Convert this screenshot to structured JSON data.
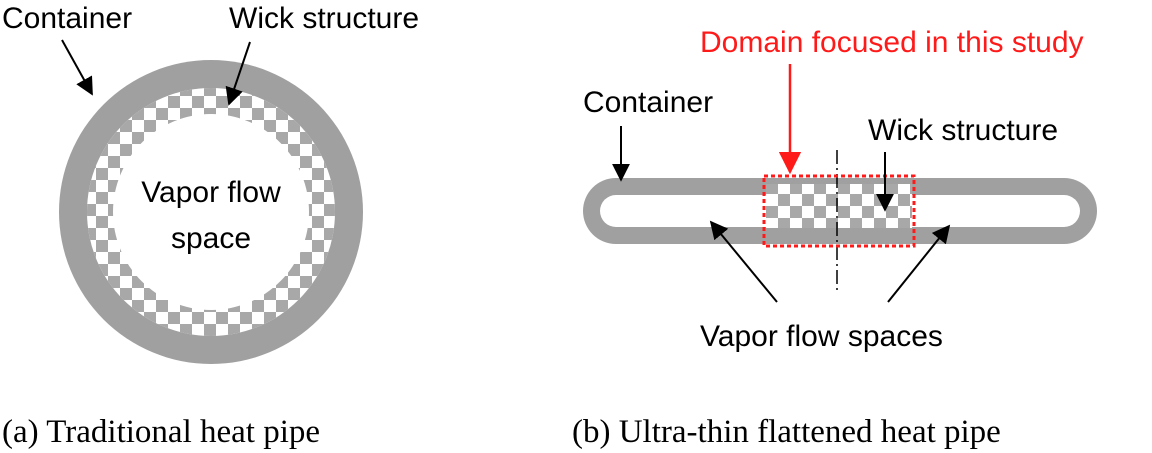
{
  "panel_a": {
    "label_container": "Container",
    "label_wick": "Wick structure",
    "label_vapor_line1": "Vapor flow",
    "label_vapor_line2": "space",
    "caption": "(a) Traditional heat pipe"
  },
  "panel_b": {
    "label_domain": "Domain focused in this study",
    "label_container": "Container",
    "label_wick": "Wick structure",
    "label_vapor": "Vapor flow spaces",
    "caption": "(b) Ultra-thin flattened heat pipe"
  },
  "colors": {
    "container": "#a0a0a0",
    "wick_check": "#a8a8a8",
    "domain_highlight": "#ff1a1a",
    "arrow": "#000000"
  }
}
